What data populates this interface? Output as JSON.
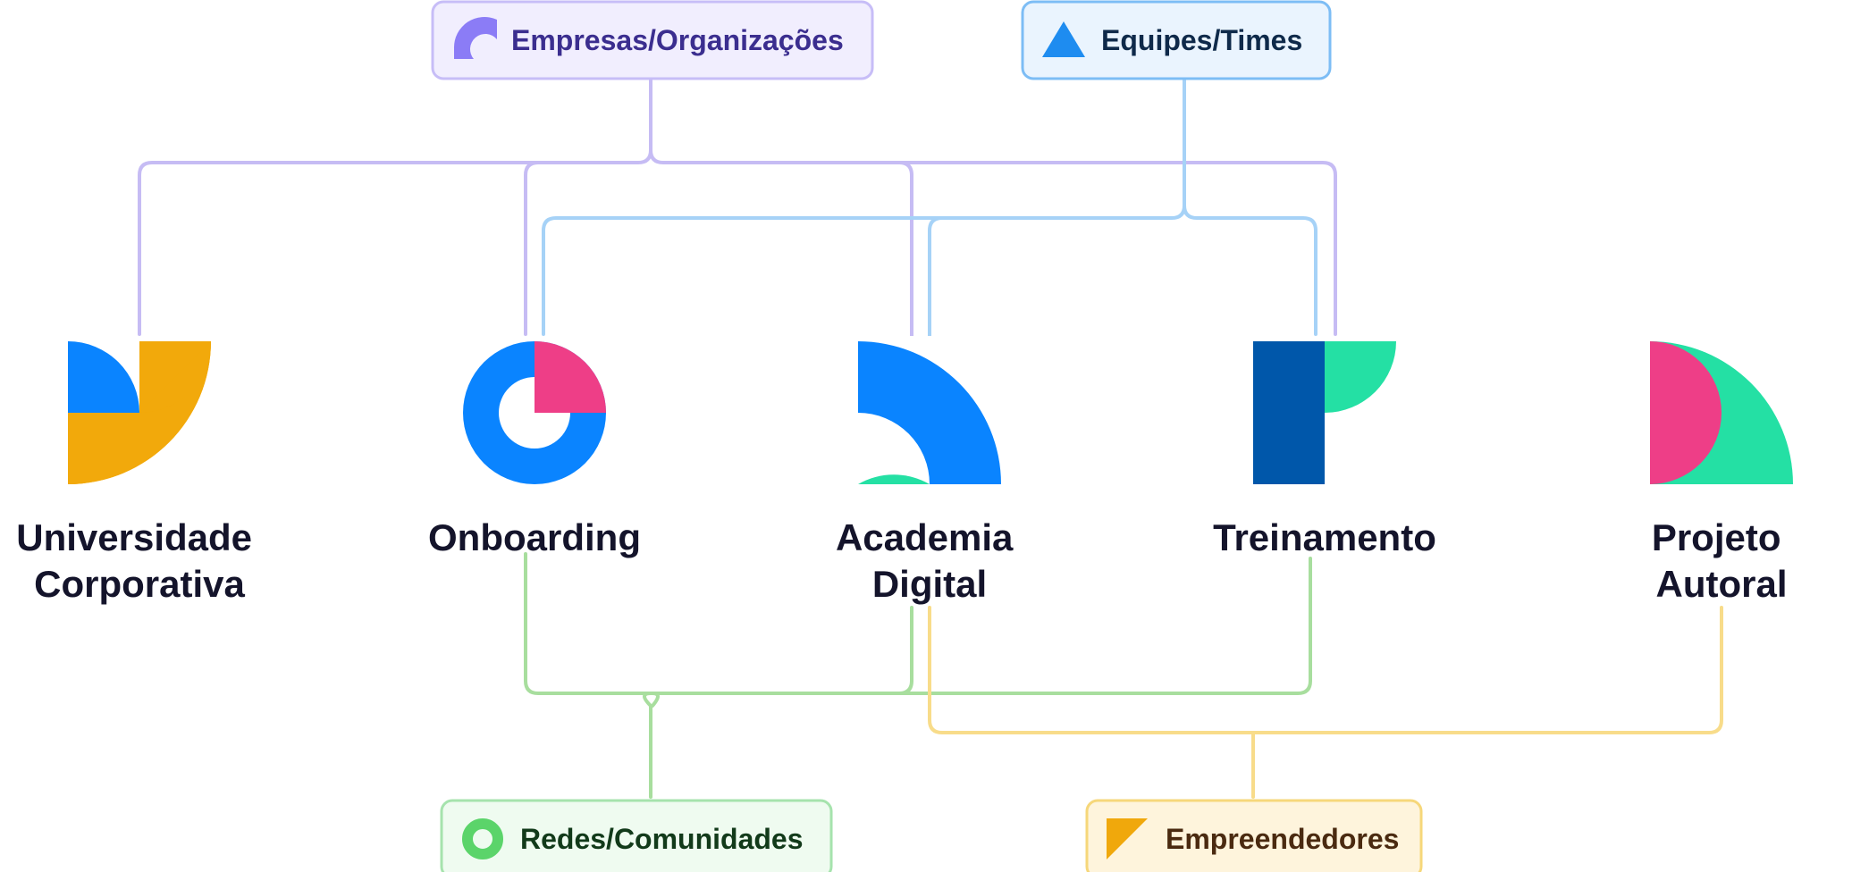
{
  "categories": {
    "empresas": {
      "label": "Empresas/Organizações",
      "icon": "quarter-ring-icon",
      "color": "#8B7CF6",
      "text_color": "#3B2E8F",
      "bg": "#F1EEFE",
      "border": "#C7BDF7",
      "line": "#C6BCF4"
    },
    "equipes": {
      "label": "Equipes/Times",
      "icon": "triangle-icon",
      "color": "#1E8CF0",
      "text_color": "#0F2A4A",
      "bg": "#EAF4FE",
      "border": "#7DBDF5",
      "line": "#A6D2F7"
    },
    "redes": {
      "label": "Redes/Comunidades",
      "icon": "ring-icon",
      "color": "#5BD46A",
      "text_color": "#123A1A",
      "bg": "#EFFBF0",
      "border": "#A6E3AD",
      "line": "#A8DE9E"
    },
    "empreendedores": {
      "label": "Empreendedores",
      "icon": "flag-corner-icon",
      "color": "#F0A80C",
      "text_color": "#4A2A10",
      "bg": "#FEF4DC",
      "border": "#F6D77A",
      "line": "#F8DC8A"
    }
  },
  "products": [
    {
      "id": "universidade",
      "line1": "Universidade",
      "line2": "Corporativa",
      "icon": "universidade-logo-icon"
    },
    {
      "id": "onboarding",
      "line1": "Onboarding",
      "line2": "",
      "icon": "onboarding-logo-icon"
    },
    {
      "id": "academia",
      "line1": "Academia",
      "line2": "Digital",
      "icon": "academia-logo-icon"
    },
    {
      "id": "treinamento",
      "line1": "Treinamento",
      "line2": "",
      "icon": "treinamento-logo-icon"
    },
    {
      "id": "projeto",
      "line1": "Projeto",
      "line2": "Autoral",
      "icon": "projeto-logo-icon"
    }
  ],
  "palette": {
    "blue": "#0A84FF",
    "navy": "#0057AA",
    "yellow": "#F2A90B",
    "pink": "#EE3E87",
    "mint": "#24E0A4",
    "title": "#14142B"
  }
}
